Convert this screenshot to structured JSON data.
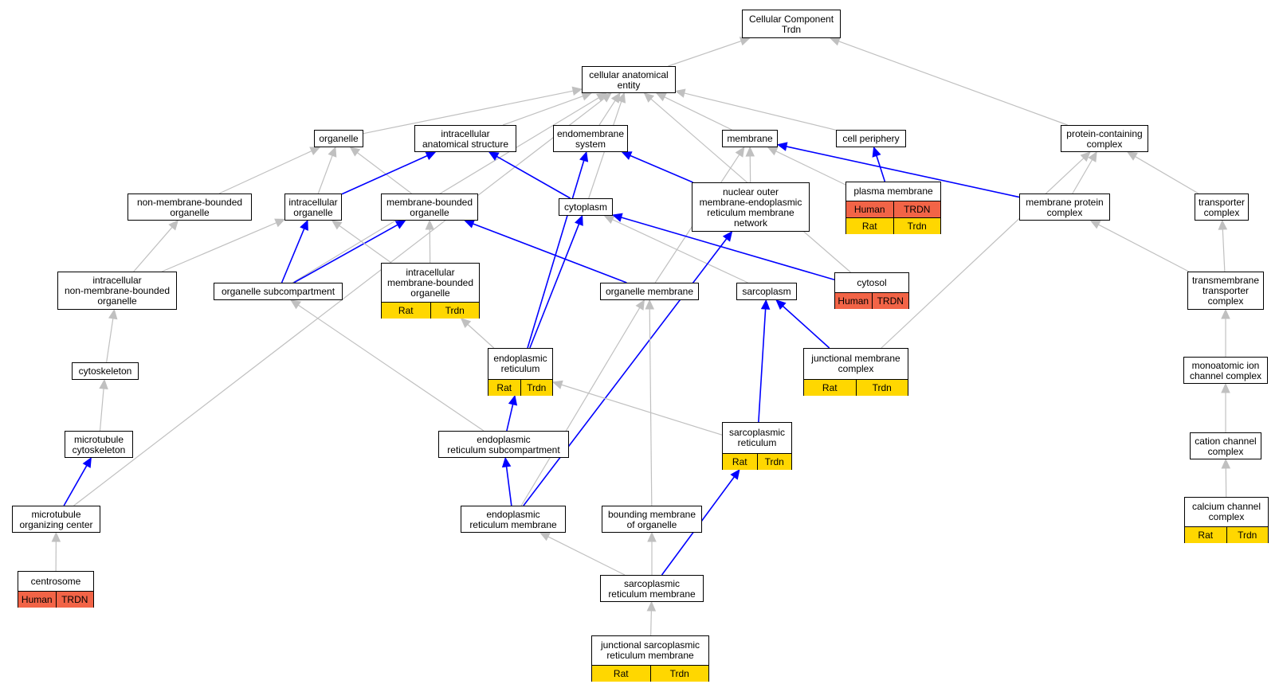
{
  "colors": {
    "edge_isa": "#c0c0c0",
    "edge_partof": "#0000ff",
    "human_row": "#f26447",
    "rat_row": "#ffd700",
    "node_border": "#000000"
  },
  "nodes": {
    "root": {
      "label": "Cellular Component\nTrdn"
    },
    "cae": {
      "label": "cellular anatomical\nentity"
    },
    "organelle": {
      "label": "organelle"
    },
    "ias": {
      "label": "intracellular\nanatomical structure"
    },
    "endomem": {
      "label": "endomembrane\nsystem"
    },
    "membrane": {
      "label": "membrane"
    },
    "cellperiph": {
      "label": "cell periphery"
    },
    "pcc": {
      "label": "protein-containing\ncomplex"
    },
    "nmbo": {
      "label": "non-membrane-bounded\norganelle"
    },
    "intraorg": {
      "label": "intracellular\norganelle"
    },
    "mbo": {
      "label": "membrane-bounded\norganelle"
    },
    "cytoplasm": {
      "label": "cytoplasm"
    },
    "nomerm": {
      "label": "nuclear outer\nmembrane-endoplasmic\nreticulum membrane\nnetwork"
    },
    "plasmamem": {
      "label": "plasma membrane",
      "rows": [
        {
          "species": "Human",
          "gene": "TRDN"
        },
        {
          "species": "Rat",
          "gene": "Trdn"
        }
      ]
    },
    "mpc": {
      "label": "membrane protein\ncomplex"
    },
    "transporter": {
      "label": "transporter\ncomplex"
    },
    "inmbo": {
      "label": "intracellular\nnon-membrane-bounded\norganelle"
    },
    "orgsub": {
      "label": "organelle subcompartment"
    },
    "imbo": {
      "label": "intracellular\nmembrane-bounded\norganelle",
      "rows": [
        {
          "species": "Rat",
          "gene": "Trdn"
        }
      ]
    },
    "orgmem": {
      "label": "organelle membrane"
    },
    "sarcoplasm": {
      "label": "sarcoplasm"
    },
    "cytosol": {
      "label": "cytosol",
      "rows": [
        {
          "species": "Human",
          "gene": "TRDN"
        }
      ]
    },
    "tmtc": {
      "label": "transmembrane\ntransporter\ncomplex"
    },
    "cytoskel": {
      "label": "cytoskeleton"
    },
    "er": {
      "label": "endoplasmic\nreticulum",
      "rows": [
        {
          "species": "Rat",
          "gene": "Trdn"
        }
      ]
    },
    "jmc": {
      "label": "junctional membrane\ncomplex",
      "rows": [
        {
          "species": "Rat",
          "gene": "Trdn"
        }
      ]
    },
    "mic": {
      "label": "monoatomic ion\nchannel complex"
    },
    "mtcyto": {
      "label": "microtubule\ncytoskeleton"
    },
    "ersub": {
      "label": "endoplasmic\nreticulum subcompartment"
    },
    "sr": {
      "label": "sarcoplasmic\nreticulum",
      "rows": [
        {
          "species": "Rat",
          "gene": "Trdn"
        }
      ]
    },
    "ccc": {
      "label": "cation channel\ncomplex"
    },
    "mtoc": {
      "label": "microtubule\norganizing center"
    },
    "ermem": {
      "label": "endoplasmic\nreticulum membrane"
    },
    "bmo": {
      "label": "bounding membrane\nof organelle"
    },
    "calcium": {
      "label": "calcium channel\ncomplex",
      "rows": [
        {
          "species": "Rat",
          "gene": "Trdn"
        }
      ]
    },
    "centrosome": {
      "label": "centrosome",
      "rows": [
        {
          "species": "Human",
          "gene": "TRDN"
        }
      ]
    },
    "srm": {
      "label": "sarcoplasmic\nreticulum membrane"
    },
    "jsrm": {
      "label": "junctional sarcoplasmic\nreticulum membrane",
      "rows": [
        {
          "species": "Rat",
          "gene": "Trdn"
        }
      ]
    }
  },
  "edges": [
    {
      "from": "cae",
      "to": "root",
      "type": "is_a"
    },
    {
      "from": "pcc",
      "to": "root",
      "type": "is_a"
    },
    {
      "from": "organelle",
      "to": "cae",
      "type": "is_a"
    },
    {
      "from": "ias",
      "to": "cae",
      "type": "is_a"
    },
    {
      "from": "endomem",
      "to": "cae",
      "type": "is_a"
    },
    {
      "from": "membrane",
      "to": "cae",
      "type": "is_a"
    },
    {
      "from": "cellperiph",
      "to": "cae",
      "type": "is_a"
    },
    {
      "from": "cytoplasm",
      "to": "cae",
      "type": "is_a"
    },
    {
      "from": "cytosol",
      "to": "cae",
      "type": "is_a"
    },
    {
      "from": "mtoc",
      "to": "cae",
      "type": "is_a"
    },
    {
      "from": "orgsub",
      "to": "cae",
      "type": "is_a"
    },
    {
      "from": "nmbo",
      "to": "organelle",
      "type": "is_a"
    },
    {
      "from": "intraorg",
      "to": "organelle",
      "type": "is_a"
    },
    {
      "from": "mbo",
      "to": "organelle",
      "type": "is_a"
    },
    {
      "from": "intraorg",
      "to": "ias",
      "type": "part_of"
    },
    {
      "from": "cytoplasm",
      "to": "ias",
      "type": "part_of"
    },
    {
      "from": "nomerm",
      "to": "endomem",
      "type": "part_of"
    },
    {
      "from": "er",
      "to": "endomem",
      "type": "part_of"
    },
    {
      "from": "nomerm",
      "to": "membrane",
      "type": "is_a"
    },
    {
      "from": "plasmamem",
      "to": "membrane",
      "type": "is_a"
    },
    {
      "from": "orgmem",
      "to": "membrane",
      "type": "is_a"
    },
    {
      "from": "mpc",
      "to": "membrane",
      "type": "part_of"
    },
    {
      "from": "plasmamem",
      "to": "cellperiph",
      "type": "part_of"
    },
    {
      "from": "mpc",
      "to": "pcc",
      "type": "is_a"
    },
    {
      "from": "transporter",
      "to": "pcc",
      "type": "is_a"
    },
    {
      "from": "jmc",
      "to": "pcc",
      "type": "is_a"
    },
    {
      "from": "tmtc",
      "to": "mpc",
      "type": "is_a"
    },
    {
      "from": "tmtc",
      "to": "transporter",
      "type": "is_a"
    },
    {
      "from": "inmbo",
      "to": "nmbo",
      "type": "is_a"
    },
    {
      "from": "inmbo",
      "to": "intraorg",
      "type": "is_a"
    },
    {
      "from": "orgsub",
      "to": "intraorg",
      "type": "part_of"
    },
    {
      "from": "orgsub",
      "to": "mbo",
      "type": "part_of"
    },
    {
      "from": "imbo",
      "to": "intraorg",
      "type": "is_a"
    },
    {
      "from": "imbo",
      "to": "mbo",
      "type": "is_a"
    },
    {
      "from": "orgmem",
      "to": "mbo",
      "type": "part_of"
    },
    {
      "from": "er",
      "to": "cytoplasm",
      "type": "part_of"
    },
    {
      "from": "sarcoplasm",
      "to": "cytoplasm",
      "type": "is_a"
    },
    {
      "from": "cytosol",
      "to": "cytoplasm",
      "type": "part_of"
    },
    {
      "from": "ermem",
      "to": "nomerm",
      "type": "part_of"
    },
    {
      "from": "cytoskel",
      "to": "inmbo",
      "type": "is_a"
    },
    {
      "from": "er",
      "to": "imbo",
      "type": "is_a"
    },
    {
      "from": "ermem",
      "to": "orgmem",
      "type": "is_a"
    },
    {
      "from": "bmo",
      "to": "orgmem",
      "type": "is_a"
    },
    {
      "from": "sr",
      "to": "sarcoplasm",
      "type": "part_of"
    },
    {
      "from": "jmc",
      "to": "sarcoplasm",
      "type": "part_of"
    },
    {
      "from": "mic",
      "to": "tmtc",
      "type": "is_a"
    },
    {
      "from": "mtcyto",
      "to": "cytoskel",
      "type": "is_a"
    },
    {
      "from": "ersub",
      "to": "orgsub",
      "type": "is_a"
    },
    {
      "from": "ersub",
      "to": "er",
      "type": "part_of"
    },
    {
      "from": "sr",
      "to": "er",
      "type": "is_a"
    },
    {
      "from": "ccc",
      "to": "mic",
      "type": "is_a"
    },
    {
      "from": "mtoc",
      "to": "mtcyto",
      "type": "part_of"
    },
    {
      "from": "ermem",
      "to": "ersub",
      "type": "part_of"
    },
    {
      "from": "calcium",
      "to": "ccc",
      "type": "is_a"
    },
    {
      "from": "centrosome",
      "to": "mtoc",
      "type": "is_a"
    },
    {
      "from": "srm",
      "to": "ermem",
      "type": "is_a"
    },
    {
      "from": "srm",
      "to": "bmo",
      "type": "is_a"
    },
    {
      "from": "srm",
      "to": "sr",
      "type": "part_of"
    },
    {
      "from": "jsrm",
      "to": "srm",
      "type": "is_a"
    }
  ]
}
